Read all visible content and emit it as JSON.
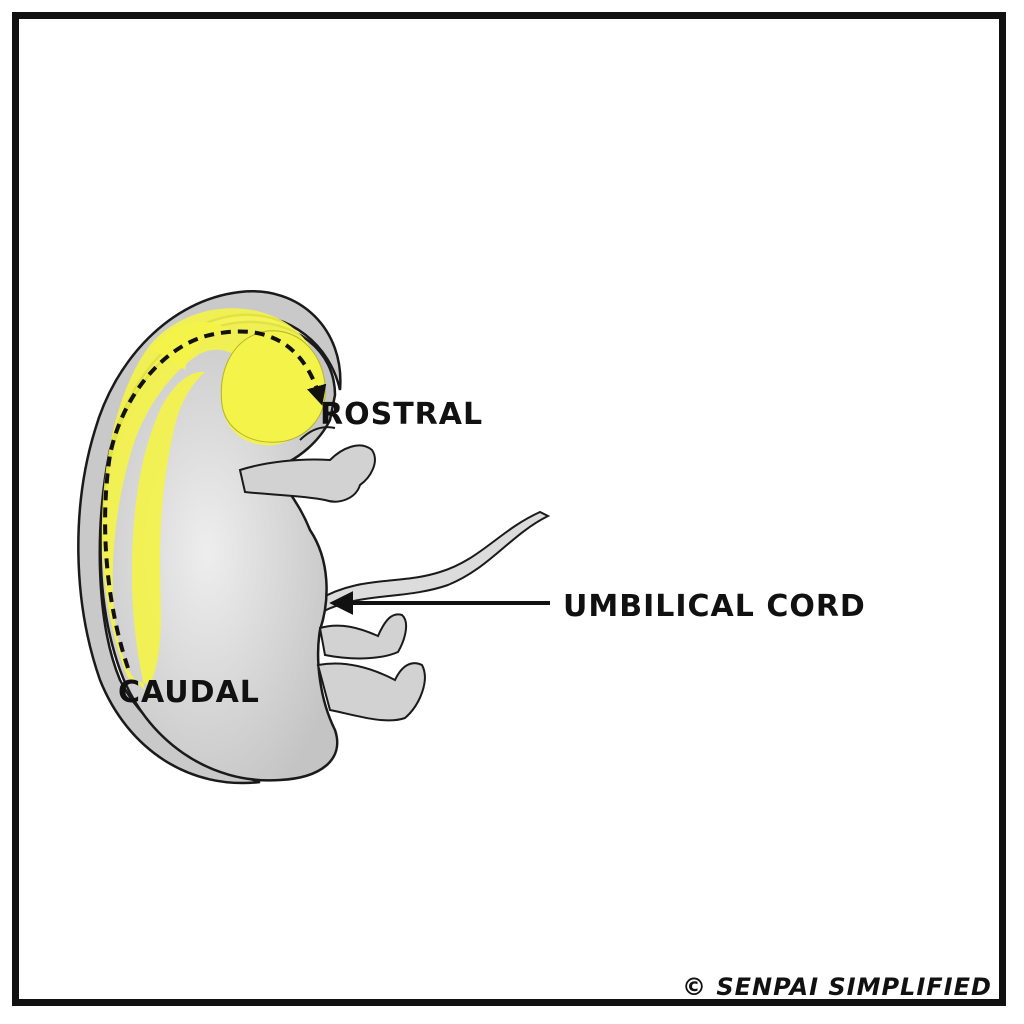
{
  "labels": {
    "rostral": "ROSTRAL",
    "caudal": "CAUDAL",
    "umbilical_cord": "UMBILICAL CORD"
  },
  "copyright": "© SENPAI SIMPLIFIED",
  "colors": {
    "neural_tube": "#f3f34a",
    "body": "#d8d8d8",
    "outline": "#1a1a1a",
    "frame": "#111111"
  }
}
